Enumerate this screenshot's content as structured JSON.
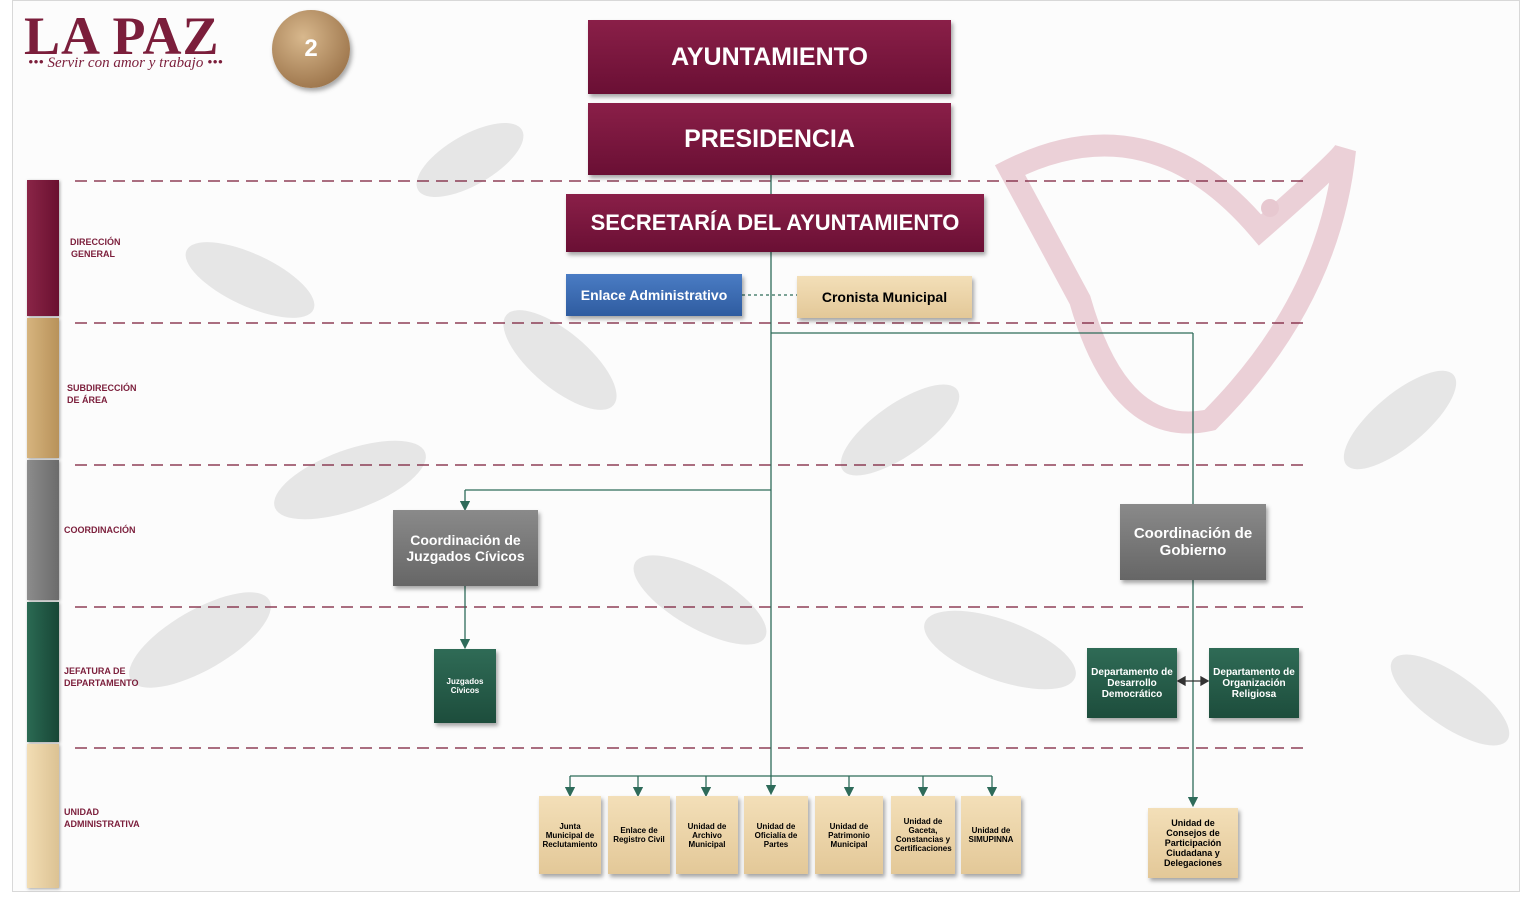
{
  "header": {
    "logo_text": "LA PAZ",
    "tagline": "••• Servir con amor y trabajo •••",
    "page_number": "2"
  },
  "levels": [
    {
      "key": "direccion",
      "label": "DIRECCIÓN GENERAL",
      "color": "#7b1e3b"
    },
    {
      "key": "subdireccion",
      "label": "SUBDIRECCIÓN DE ÁREA",
      "color": "#c9a46e"
    },
    {
      "key": "coordinacion",
      "label": "COORDINACIÓN",
      "color": "#7f7f7f"
    },
    {
      "key": "jefatura",
      "label": "JEFATURA DE DEPARTAMENTO",
      "color": "#1f5a44"
    },
    {
      "key": "unidad",
      "label": "UNIDAD ADMINISTRATIVA",
      "color": "#ead3a8"
    }
  ],
  "nodes": {
    "ayuntamiento": "AYUNTAMIENTO",
    "presidencia": "PRESIDENCIA",
    "secretaria": "SECRETARÍA DEL AYUNTAMIENTO",
    "enlace": "Enlace Administrativo",
    "cronista": "Cronista Municipal",
    "coord_juzgados": "Coordinación de Juzgados Cívicos",
    "coord_gobierno": "Coordinación de Gobierno",
    "juzgados": "Juzgados Cívicos",
    "depto_desarrollo": "Departamento de Desarrollo Democrático",
    "depto_organizacion": "Departamento de Organización Religiosa",
    "unidad_consejos": "Unidad de Consejos de Participación Ciudadana y Delegaciones",
    "units": [
      "Junta Municipal de Reclutamiento",
      "Enlace de Registro Civil",
      "Unidad de Archivo Municipal",
      "Unidad de Oficialía de Partes",
      "Unidad de Patrimonio Municipal",
      "Unidad de Gaceta, Constancias y Certificaciones",
      "Unidad de SIMUPINNA"
    ]
  },
  "colors": {
    "maroon": "#7b1e3b",
    "connector": "#2e6b5a",
    "dashed": "#7b1e3b"
  }
}
